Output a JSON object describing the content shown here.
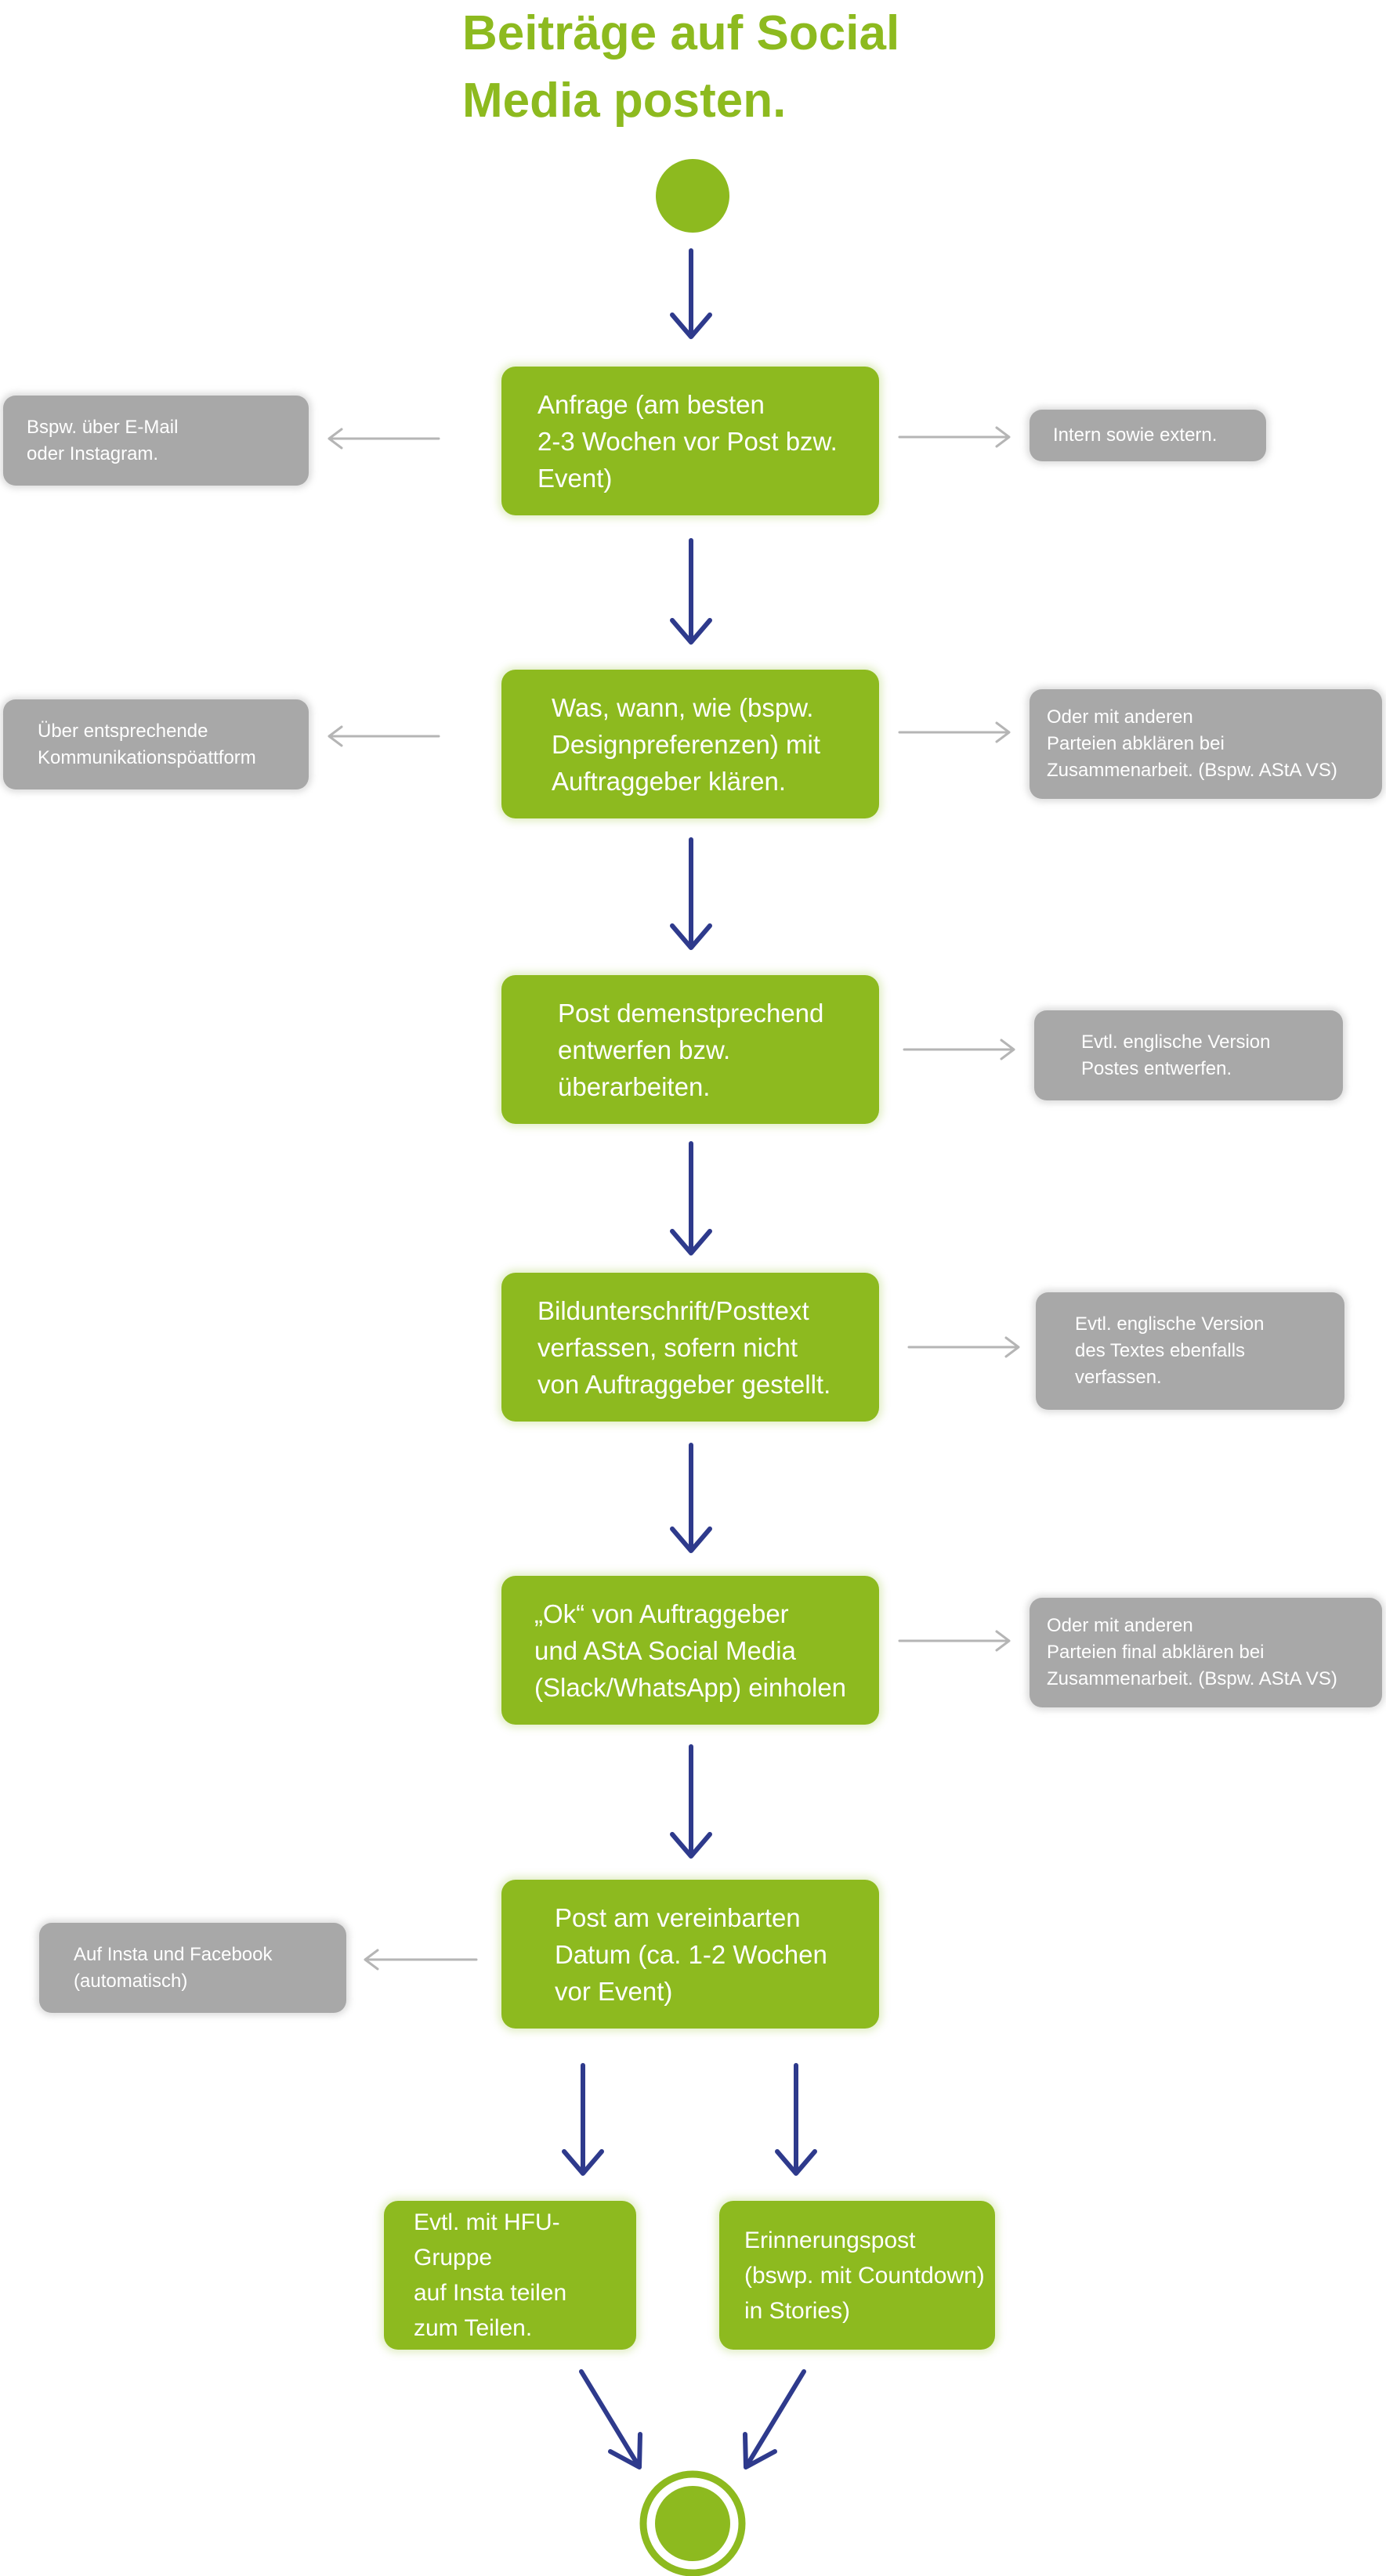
{
  "title": "Beiträge auf Social\nMedia posten.",
  "colors": {
    "green": "#8dba1f",
    "gray": "#a8a8a8",
    "arrow": "#2e3a8c",
    "side_arrow": "#b5b5b5"
  },
  "steps": [
    {
      "id": "s1",
      "text": "Anfrage (am besten\n2-3 Wochen vor Post bzw.\nEvent)"
    },
    {
      "id": "s2",
      "text": "Was, wann, wie (bspw.\nDesignpreferenzen) mit\nAuftraggeber klären."
    },
    {
      "id": "s3",
      "text": "Post demenstprechend\nentwerfen bzw.\nüberarbeiten."
    },
    {
      "id": "s4",
      "text": "Bildunterschrift/Posttext\nverfassen, sofern nicht\nvon Auftraggeber gestellt."
    },
    {
      "id": "s5",
      "text": "„Ok“ von Auftraggeber\nund AStA Social Media\n(Slack/WhatsApp) einholen"
    },
    {
      "id": "s6",
      "text": "Post am vereinbarten\nDatum (ca. 1-2 Wochen\nvor Event)"
    },
    {
      "id": "s7a",
      "text": "Evtl. mit HFU-Gruppe\nauf Insta teilen\nzum Teilen."
    },
    {
      "id": "s7b",
      "text": "Erinnerungspost\n(bswp. mit Countdown)\nin Stories)"
    }
  ],
  "notes": [
    {
      "id": "n1l",
      "text": "Bspw. über E-Mail\noder Instagram."
    },
    {
      "id": "n1r",
      "text": "Intern sowie extern."
    },
    {
      "id": "n2l",
      "text": "Über entsprechende\nKommunikationspöattform"
    },
    {
      "id": "n2r",
      "text": "Oder mit anderen\nParteien abklären bei\nZusammenarbeit. (Bspw. AStA VS)"
    },
    {
      "id": "n3r",
      "text": "Evtl. englische Version\nPostes entwerfen."
    },
    {
      "id": "n4r",
      "text": "Evtl. englische Version\ndes Textes ebenfalls\nverfassen."
    },
    {
      "id": "n5r",
      "text": "Oder mit anderen\nParteien final abklären bei\nZusammenarbeit. (Bspw. AStA VS)"
    },
    {
      "id": "n6l",
      "text": "Auf Insta und Facebook\n(automatisch)"
    }
  ]
}
